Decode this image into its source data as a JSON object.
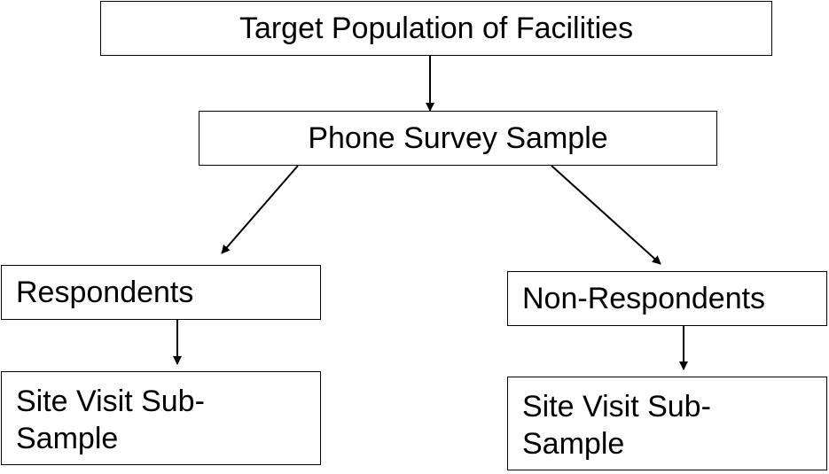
{
  "diagram": {
    "nodes": {
      "target_population": "Target Population of Facilities",
      "phone_survey_sample": "Phone Survey Sample",
      "respondents": "Respondents",
      "non_respondents": "Non-Respondents",
      "site_visit_left": "Site Visit Sub-\nSample",
      "site_visit_right": "Site Visit Sub-\nSample"
    },
    "edges": [
      {
        "from": "target_population",
        "to": "phone_survey_sample"
      },
      {
        "from": "phone_survey_sample",
        "to": "respondents"
      },
      {
        "from": "phone_survey_sample",
        "to": "non_respondents"
      },
      {
        "from": "respondents",
        "to": "site_visit_left"
      },
      {
        "from": "non_respondents",
        "to": "site_visit_right"
      }
    ]
  }
}
